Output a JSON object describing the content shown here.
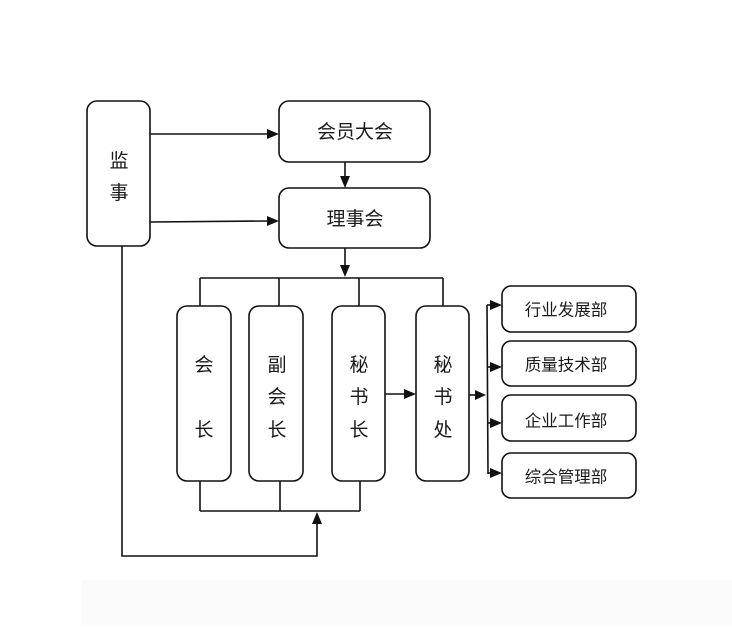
{
  "diagram": {
    "type": "organization-chart",
    "colors": {
      "stroke": "#111111",
      "fill": "#ffffff",
      "text": "#1a1a1a",
      "footer_band": "#fcfbfb"
    },
    "nodes": {
      "supervisor": {
        "label": "监事",
        "chars": [
          "监",
          "事"
        ]
      },
      "general_assembly": {
        "label": "会员大会"
      },
      "council": {
        "label": "理事会"
      },
      "president": {
        "label": "会长",
        "chars": [
          "会",
          "长"
        ]
      },
      "vice_president": {
        "label": "副会长",
        "chars": [
          "副",
          "会",
          "长"
        ]
      },
      "secretary_general": {
        "label": "秘书长",
        "chars": [
          "秘",
          "书",
          "长"
        ]
      },
      "secretariat": {
        "label": "秘书处",
        "chars": [
          "秘",
          "书",
          "处"
        ]
      },
      "departments": [
        {
          "id": "industry_development",
          "label": "行业发展部"
        },
        {
          "id": "quality_technology",
          "label": "质量技术部"
        },
        {
          "id": "enterprise_work",
          "label": "企业工作部"
        },
        {
          "id": "general_management",
          "label": "综合管理部"
        }
      ]
    },
    "edges": [
      {
        "from": "监事",
        "to": "会员大会",
        "arrow": true
      },
      {
        "from": "监事",
        "to": "理事会",
        "arrow": true
      },
      {
        "from": "会员大会",
        "to": "理事会",
        "arrow": true
      },
      {
        "from": "理事会",
        "to": [
          "会长",
          "副会长",
          "秘书长",
          "秘书处"
        ],
        "arrow": true
      },
      {
        "from": "秘书长",
        "to": "秘书处",
        "arrow": true
      },
      {
        "from": "秘书处",
        "to": [
          "行业发展部",
          "质量技术部",
          "企业工作部",
          "综合管理部"
        ],
        "arrow": true
      },
      {
        "from": "监事",
        "to": [
          "会长",
          "副会长",
          "秘书长"
        ],
        "arrow": true
      }
    ]
  }
}
